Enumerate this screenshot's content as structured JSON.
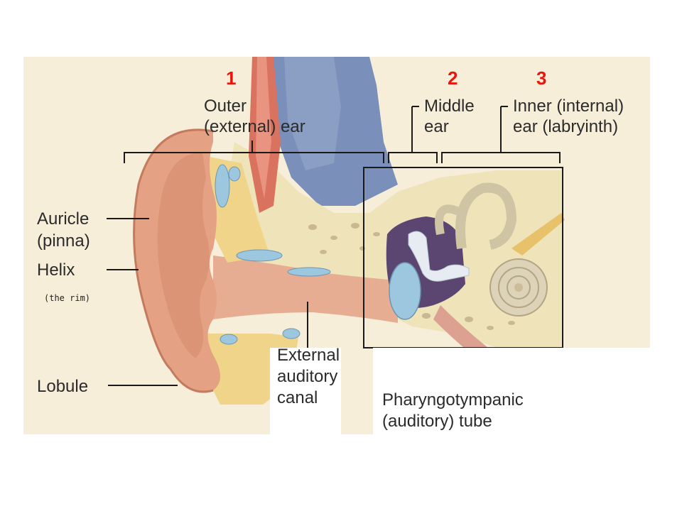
{
  "numbers": [
    "1",
    "2",
    "3"
  ],
  "labels": {
    "outer_line1": "Outer",
    "outer_line2": "(external) ear",
    "middle_line1": "Middle",
    "middle_line2": "ear",
    "inner_line1": "Inner (internal)",
    "inner_line2": "ear (labryinth)",
    "auricle_line1": "Auricle",
    "auricle_line2": "(pinna)",
    "helix": "Helix",
    "helix_note": "(the rim)",
    "lobule": "Lobule",
    "canal_line1": "External",
    "canal_line2": "auditory",
    "canal_line3": "canal",
    "tube_line1": "Pharyngotympanic",
    "tube_line2": "(auditory) tube"
  },
  "colors": {
    "label_number": "#e8160c",
    "panel_bg": "#f5ecd2",
    "skin": "#e6a889",
    "bone": "#eee3bc",
    "skull": "#7b90b8"
  }
}
